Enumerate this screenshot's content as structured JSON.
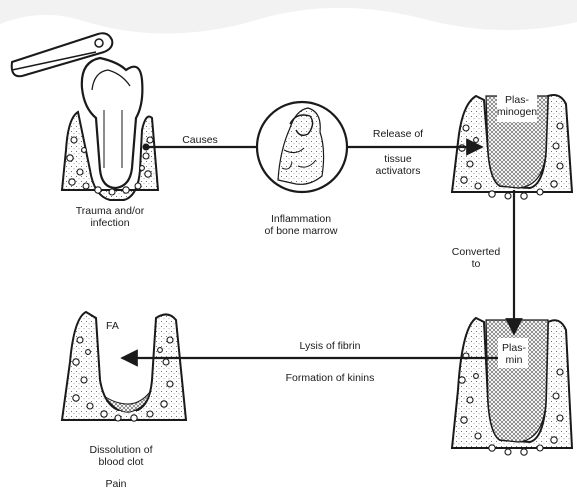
{
  "labels": {
    "causes": "Causes",
    "release_line1": "Release of",
    "release_line2": "tissue",
    "release_line3": "activators",
    "trauma_line1": "Trauma and/or",
    "trauma_line2": "infection",
    "inflammation_line1": "Inflammation",
    "inflammation_line2": "of bone marrow",
    "plasminogen_line1": "Plas-",
    "plasminogen_line2": "minogen",
    "converted_line1": "Converted",
    "converted_line2": "to",
    "plasmin_line1": "Plas-",
    "plasmin_line2": "min",
    "lysis": "Lysis of fibrin",
    "kinins": "Formation of kinins",
    "fa": "FA",
    "dissolution_line1": "Dissolution of",
    "dissolution_line2": "blood clot",
    "pain": "Pain"
  },
  "colors": {
    "ink": "#1a1a1a",
    "stipple": "#555555",
    "watermark": "#d9d9d9"
  }
}
